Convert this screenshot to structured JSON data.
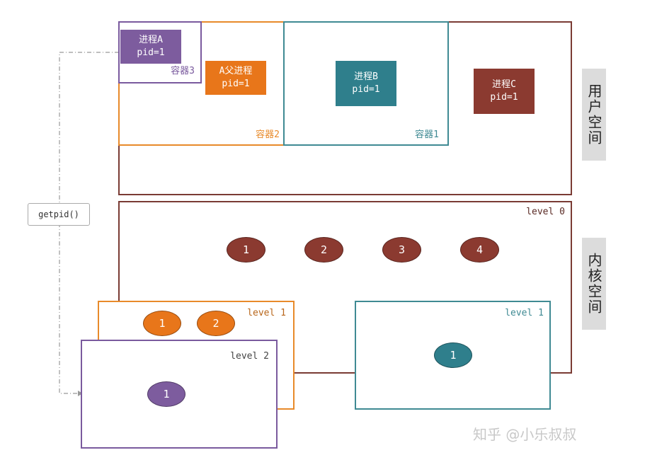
{
  "user_space": {
    "label": "用户空间",
    "container3": {
      "label": "容器3"
    },
    "container2": {
      "label": "容器2"
    },
    "container1": {
      "label": "容器1"
    },
    "process_a": {
      "name": "进程A",
      "pid": "pid=1"
    },
    "process_a_parent": {
      "name": "A父进程",
      "pid": "pid=1"
    },
    "process_b": {
      "name": "进程B",
      "pid": "pid=1"
    },
    "process_c": {
      "name": "进程C",
      "pid": "pid=1"
    }
  },
  "kernel_space": {
    "label": "内核空间",
    "level0": {
      "label": "level 0",
      "nodes": [
        "1",
        "2",
        "3",
        "4"
      ]
    },
    "level1_orange": {
      "label": "level 1",
      "nodes": [
        "1",
        "2"
      ]
    },
    "level1_teal": {
      "label": "level 1",
      "nodes": [
        "1"
      ]
    },
    "level2": {
      "label": "level 2",
      "nodes": [
        "1"
      ]
    }
  },
  "getpid": {
    "label": "getpid()"
  },
  "watermark": "知乎 @小乐叔叔",
  "colors": {
    "brown": "#7a3b34",
    "orange": "#e88a2a",
    "teal": "#3f8a93",
    "purple": "#7a5a9e",
    "node_brown": "#8b3a30",
    "node_orange": "#e8761a",
    "node_teal": "#2f7f8c",
    "node_purple": "#7d5c9e"
  }
}
